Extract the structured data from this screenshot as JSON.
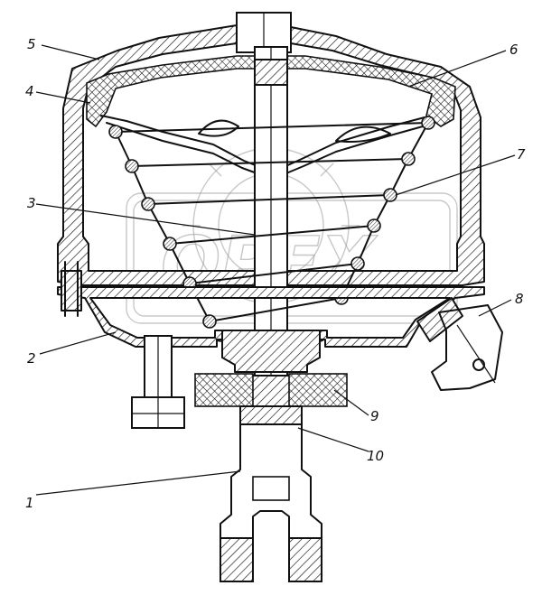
{
  "diagram": {
    "callouts": [
      {
        "id": "1",
        "label": "1"
      },
      {
        "id": "2",
        "label": "2"
      },
      {
        "id": "3",
        "label": "3"
      },
      {
        "id": "4",
        "label": "4"
      },
      {
        "id": "5",
        "label": "5"
      },
      {
        "id": "6",
        "label": "6"
      },
      {
        "id": "7",
        "label": "7"
      },
      {
        "id": "8",
        "label": "8"
      },
      {
        "id": "9",
        "label": "9"
      },
      {
        "id": "10",
        "label": "10"
      }
    ],
    "watermark": "OPEX"
  }
}
